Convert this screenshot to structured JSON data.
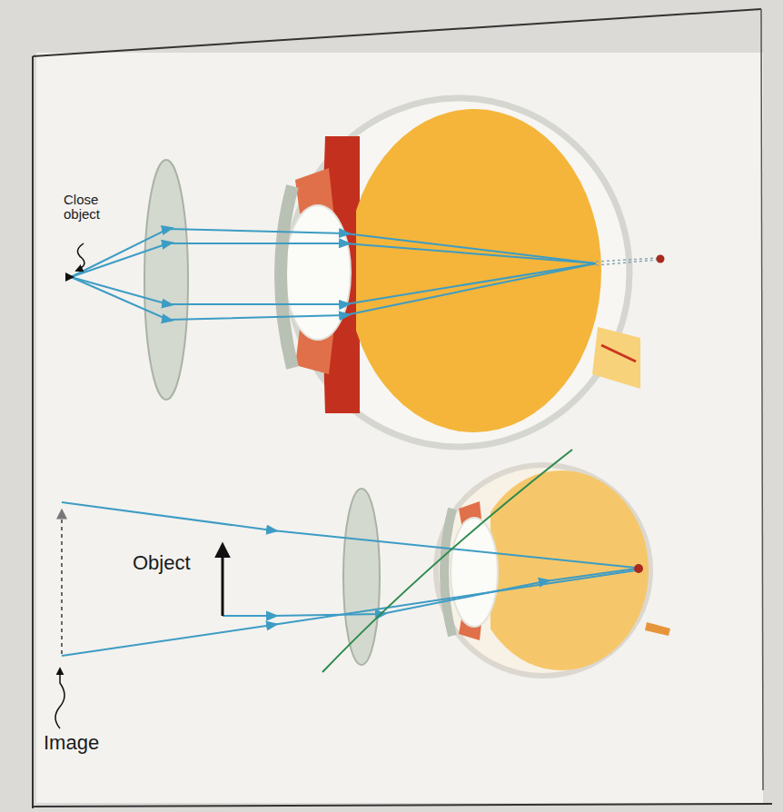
{
  "diagram": {
    "labels": [
      "Close object",
      "Object",
      "Image"
    ]
  }
}
